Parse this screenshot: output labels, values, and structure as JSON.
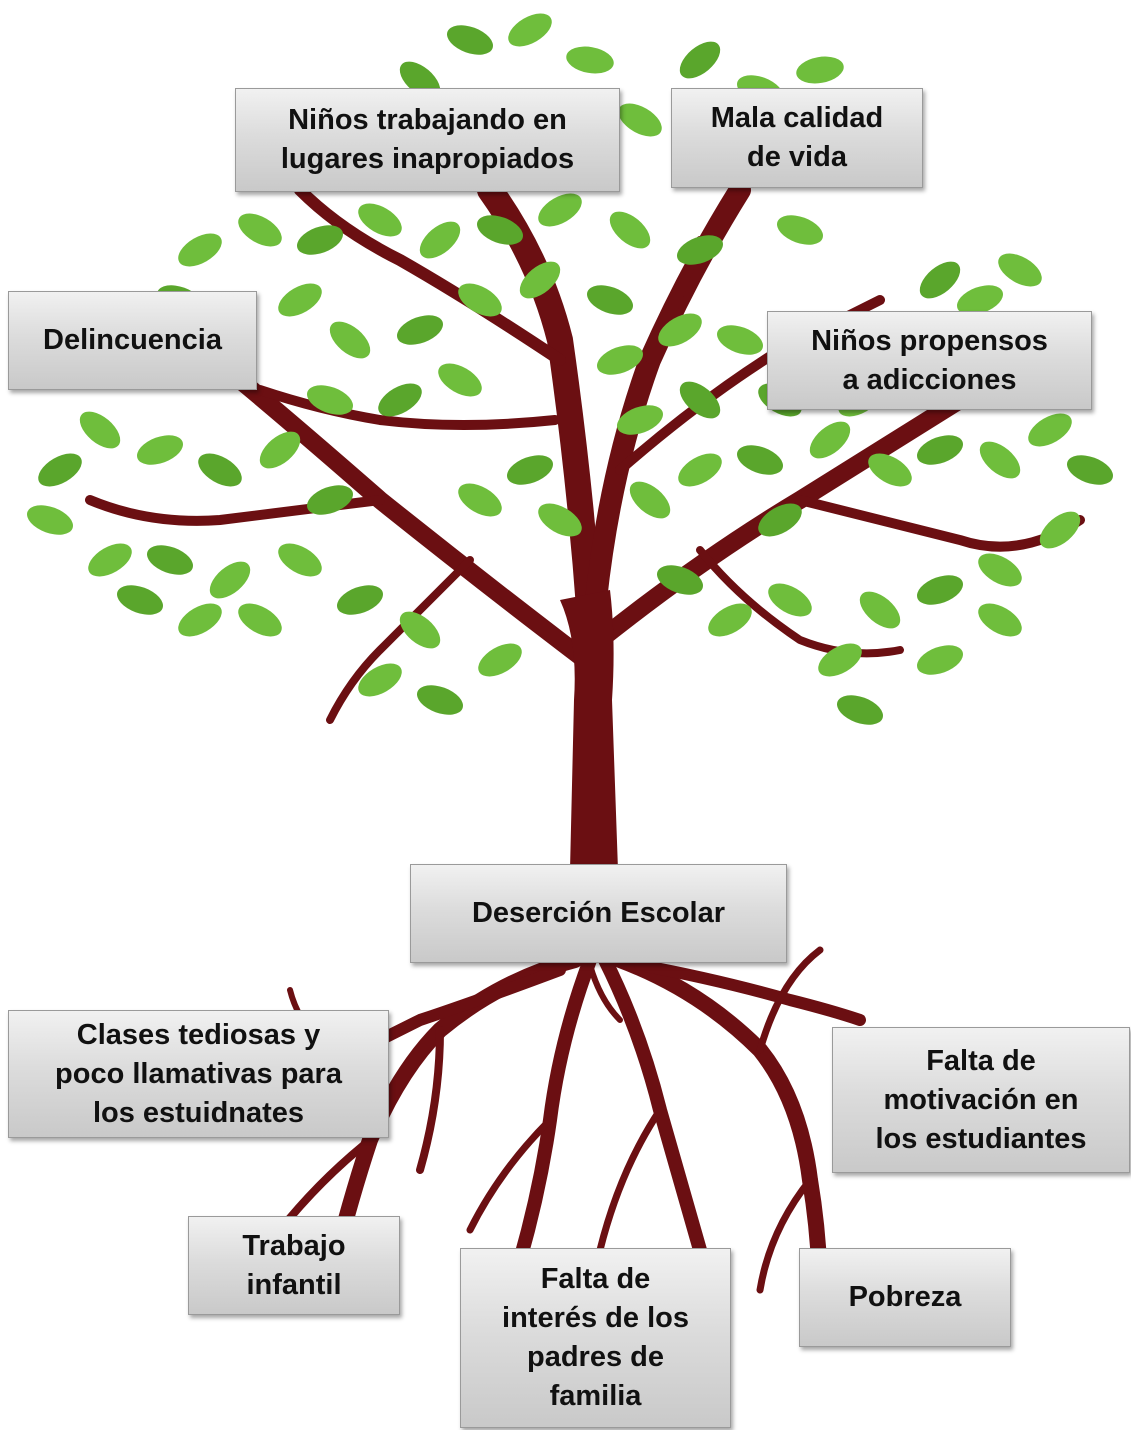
{
  "colors": {
    "trunk": "#6b0f12",
    "leaf": "#6fbe3c",
    "leaf_dark": "#5aa62c",
    "box_top": "#f1f1f1",
    "box_bottom": "#c9c9c9",
    "box_border": "#9a9a9a"
  },
  "effects": {
    "top_left": "Niños trabajando en\nlugares inapropiados",
    "top_right": "Mala calidad\nde vida",
    "left": "Delincuencia",
    "right": "Niños propensos\na adicciones"
  },
  "problem": {
    "center": "Deserción Escolar"
  },
  "causes": {
    "left": "Clases tediosas y\npoco llamativas para\nlos estuidnates",
    "right": "Falta de\nmotivación en\nlos estudiantes",
    "bottom_left": "Trabajo\ninfantil",
    "bottom_center": "Falta de\ninterés de los\npadres de\nfamilia",
    "bottom_right": "Pobreza"
  }
}
